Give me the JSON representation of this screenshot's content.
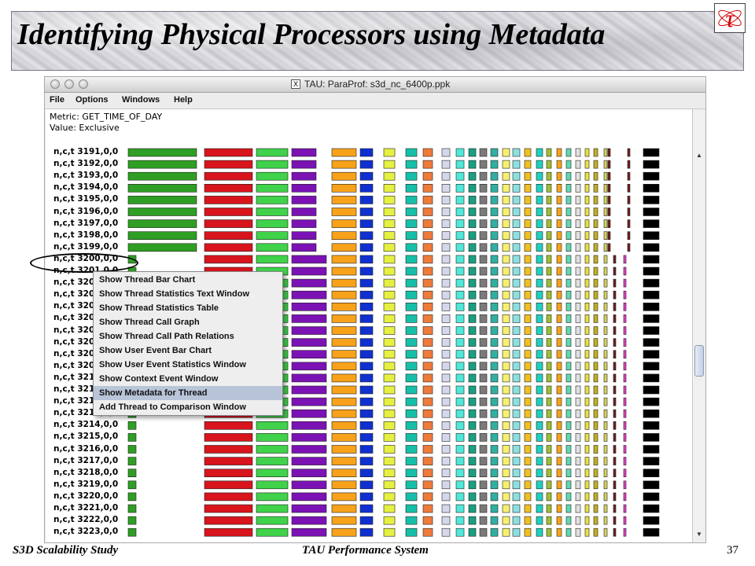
{
  "slide": {
    "title": "Identifying Physical Processors using Metadata",
    "logo_symbol": "τ",
    "footer_left": "S3D Scalability Study",
    "footer_center": "TAU Performance System",
    "page_number": "37"
  },
  "window": {
    "title": "TAU: ParaProf: s3d_nc_6400p.ppk",
    "x11_icon": "X",
    "menu": [
      "File",
      "Options",
      "Windows",
      "Help"
    ],
    "metric_label": "Metric: GET_TIME_OF_DAY",
    "value_label": "Value: Exclusive"
  },
  "threads": [
    "n,c,t 3191,0,0",
    "n,c,t 3192,0,0",
    "n,c,t 3193,0,0",
    "n,c,t 3194,0,0",
    "n,c,t 3195,0,0",
    "n,c,t 3196,0,0",
    "n,c,t 3197,0,0",
    "n,c,t 3198,0,0",
    "n,c,t 3199,0,0",
    "n,c,t 3200,0,0",
    "n,c,t 3201,0,0",
    "n,c,t 3202,0,0",
    "n,c,t 3203,0,0",
    "n,c,t 3204,0,0",
    "n,c,t 3205,0,0",
    "n,c,t 3206,0,0",
    "n,c,t 3207,0,0",
    "n,c,t 3208,0,0",
    "n,c,t 3209,0,0",
    "n,c,t 3210,0,0",
    "n,c,t 3211,0,0",
    "n,c,t 3212,0,0",
    "n,c,t 3213,0,0",
    "n,c,t 3214,0,0",
    "n,c,t 3215,0,0",
    "n,c,t 3216,0,0",
    "n,c,t 3217,0,0",
    "n,c,t 3218,0,0",
    "n,c,t 3219,0,0",
    "n,c,t 3220,0,0",
    "n,c,t 3221,0,0",
    "n,c,t 3222,0,0",
    "n,c,t 3223,0,0"
  ],
  "highlighted_thread": "n,c,t 3200,0,0",
  "context_menu": {
    "items": [
      "Show Thread Bar Chart",
      "Show Thread Statistics Text Window",
      "Show Thread Statistics Table",
      "Show Thread Call Graph",
      "Show Thread Call Path Relations",
      "Show User Event Bar Chart",
      "Show User Event Statistics Window",
      "Show Context Event Window",
      "Show Metadata for Thread",
      "Add Thread to Comparison Window"
    ],
    "selected": "Show Metadata for Thread"
  },
  "colors": {
    "function_colors": [
      "#2f9e24",
      "#d8141c",
      "#3fd24a",
      "#7b12b4",
      "#f7a21a",
      "#1030d0",
      "#e6f040",
      "#16c0a8",
      "#f07a3a",
      "#d6d6ec",
      "#50e8d8",
      "#18a080",
      "#7a7a7a",
      "#30b0a0",
      "#f6f070",
      "#8ce0e0",
      "#f0c020",
      "#20d0c0",
      "#9ec030",
      "#f7a21a",
      "#60d8b0",
      "#e0e0e0",
      "#e8e040",
      "#c0b020",
      "#d4d060",
      "#702020",
      "#e040c0",
      "#000000"
    ],
    "menu_selected_bg": "#b8c4d8",
    "title_color": "#000000",
    "logo_color": "#d40000"
  }
}
